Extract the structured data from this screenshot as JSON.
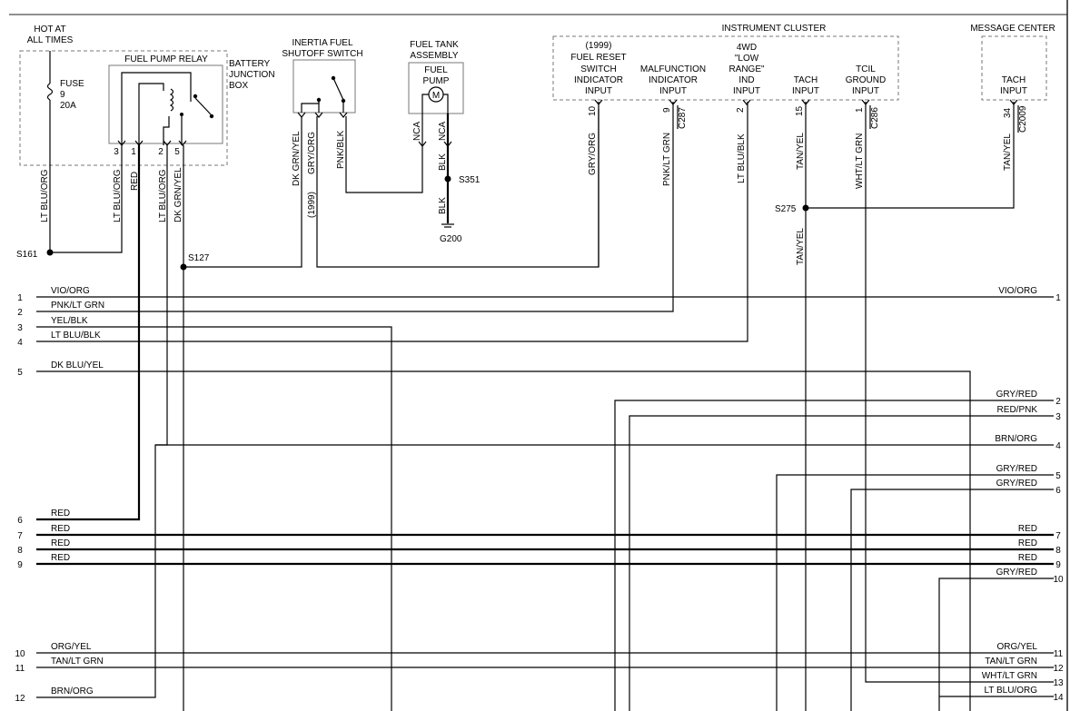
{
  "components": {
    "hot_at_all_times": [
      "HOT AT",
      "ALL TIMES"
    ],
    "fuse": [
      "FUSE",
      "9",
      "20A"
    ],
    "fuel_pump_relay": "FUEL PUMP RELAY",
    "battery_junction_box": [
      "BATTERY",
      "JUNCTION",
      "BOX"
    ],
    "inertia_switch": [
      "INERTIA FUEL",
      "SHUTOFF SWITCH"
    ],
    "fuel_tank_assembly": [
      "FUEL TANK",
      "ASSEMBLY"
    ],
    "fuel_pump": [
      "FUEL",
      "PUMP"
    ],
    "motor_symbol": "M",
    "instrument_cluster": "INSTRUMENT CLUSTER",
    "message_center": "MESSAGE CENTER",
    "cluster_inputs": {
      "fuel_reset": [
        "(1999)",
        "FUEL RESET",
        "SWITCH",
        "INDICATOR",
        "INPUT"
      ],
      "malfunction": [
        "MALFUNCTION",
        "INDICATOR",
        "INPUT"
      ],
      "low_range": [
        "4WD",
        "\"LOW",
        "RANGE\"",
        "IND",
        "INPUT"
      ],
      "tach": [
        "TACH",
        "INPUT"
      ],
      "tcil": [
        "TCIL",
        "GROUND",
        "INPUT"
      ]
    },
    "message_tach": [
      "TACH",
      "INPUT"
    ]
  },
  "pins": {
    "relay": [
      "3",
      "1",
      "2",
      "5"
    ],
    "cluster": [
      "10",
      "9",
      "2",
      "15",
      "1"
    ],
    "message": "34"
  },
  "connectors": {
    "c287": "C287",
    "c286": "C286",
    "c2009": "C2009"
  },
  "nca": [
    "NCA",
    "NCA"
  ],
  "wire_colors": {
    "fuse_out": "LT BLU/ORG",
    "relay3": "LT BLU/ORG",
    "relay1": "RED",
    "relay2": "LT BLU/ORG",
    "relay5": "DK GRN/YEL",
    "inertia1": "DK GRN/YEL",
    "inertia2": "GRY/ORG",
    "inertia2_note": "(1999)",
    "inertia3": "PNK/BLK",
    "pump_gnd1": "BLK",
    "pump_gnd2": "BLK",
    "c10": "GRY/ORG",
    "c9": "PNK/LT GRN",
    "c2": "LT BLU/BLK",
    "c15": "TAN/YEL",
    "c15_lower": "TAN/YEL",
    "c1": "WHT/LT GRN",
    "msg": "TAN/YEL"
  },
  "splices": {
    "s161": "S161",
    "s127": "S127",
    "s351": "S351",
    "s275": "S275",
    "g200": "G200"
  },
  "left_wires": [
    {
      "num": "1",
      "color": "VIO/ORG"
    },
    {
      "num": "2",
      "color": "PNK/LT GRN"
    },
    {
      "num": "3",
      "color": "YEL/BLK"
    },
    {
      "num": "4",
      "color": "LT BLU/BLK"
    },
    {
      "num": "5",
      "color": "DK BLU/YEL"
    },
    {
      "num": "6",
      "color": "RED"
    },
    {
      "num": "7",
      "color": "RED"
    },
    {
      "num": "8",
      "color": "RED"
    },
    {
      "num": "9",
      "color": "RED"
    },
    {
      "num": "10",
      "color": "ORG/YEL"
    },
    {
      "num": "11",
      "color": "TAN/LT GRN"
    },
    {
      "num": "12",
      "color": "BRN/ORG"
    }
  ],
  "right_wires": [
    {
      "num": "1",
      "color": "VIO/ORG"
    },
    {
      "num": "2",
      "color": "GRY/RED"
    },
    {
      "num": "3",
      "color": "RED/PNK"
    },
    {
      "num": "4",
      "color": "BRN/ORG"
    },
    {
      "num": "5",
      "color": "GRY/RED"
    },
    {
      "num": "6",
      "color": "GRY/RED"
    },
    {
      "num": "7",
      "color": "RED"
    },
    {
      "num": "8",
      "color": "RED"
    },
    {
      "num": "9",
      "color": "RED"
    },
    {
      "num": "10",
      "color": "GRY/RED"
    },
    {
      "num": "11",
      "color": "ORG/YEL"
    },
    {
      "num": "12",
      "color": "TAN/LT GRN"
    },
    {
      "num": "13",
      "color": "WHT/LT GRN"
    },
    {
      "num": "14",
      "color": "LT BLU/ORG"
    }
  ]
}
